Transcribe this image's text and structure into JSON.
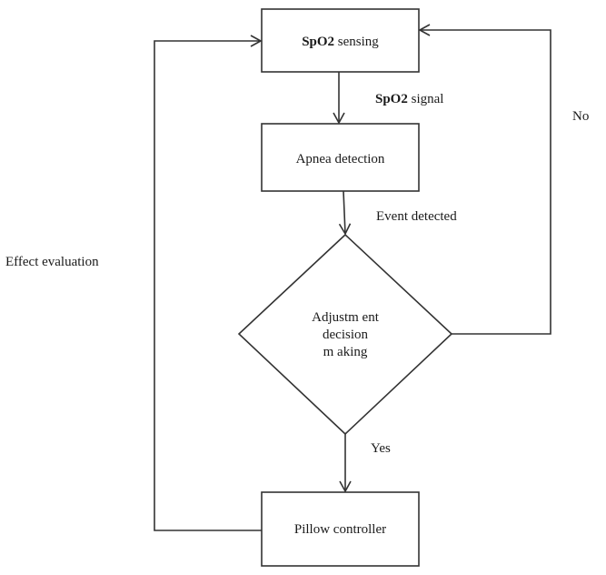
{
  "diagram": {
    "type": "flowchart",
    "nodes": {
      "spo2_sensing": {
        "label_bold": "SpO2",
        "label_rest": " sensing",
        "shape": "rectangle"
      },
      "apnea_detection": {
        "label": "Apnea detection",
        "shape": "rectangle"
      },
      "decision": {
        "lines": [
          "Adjustm ent",
          "decision",
          "m aking"
        ],
        "shape": "diamond"
      },
      "pillow_controller": {
        "label": "Pillow controller",
        "shape": "rectangle"
      }
    },
    "edges": {
      "sensing_to_detection": {
        "label_bold": "SpO2",
        "label_rest": " signal"
      },
      "detection_to_decision": {
        "label": "Event detected"
      },
      "decision_yes": {
        "label": "Yes"
      },
      "decision_no": {
        "label": "No"
      },
      "feedback": {
        "label": "Effect evaluation"
      }
    },
    "colors": {
      "stroke": "#333333",
      "text": "#1a1a1a",
      "background": "#ffffff"
    }
  }
}
